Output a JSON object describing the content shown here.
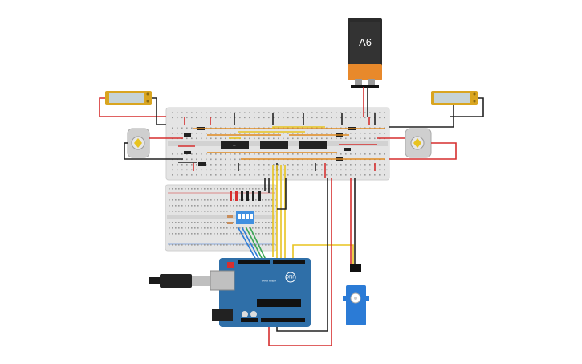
{
  "battery": {
    "label": "9V",
    "body_color": "#2b2b2b",
    "cap_color": "#e8892b"
  },
  "arduino": {
    "brand": "ARDUINO",
    "model": "UNO",
    "board_color": "#2f6fa8"
  },
  "wire_colors": {
    "red": "#d62f2f",
    "black": "#222222",
    "yellow": "#e8c31f",
    "orange": "#e08a1e",
    "green": "#3aa655",
    "blue": "#2b7bd6"
  },
  "breadboard_color": "#e4e4e4"
}
